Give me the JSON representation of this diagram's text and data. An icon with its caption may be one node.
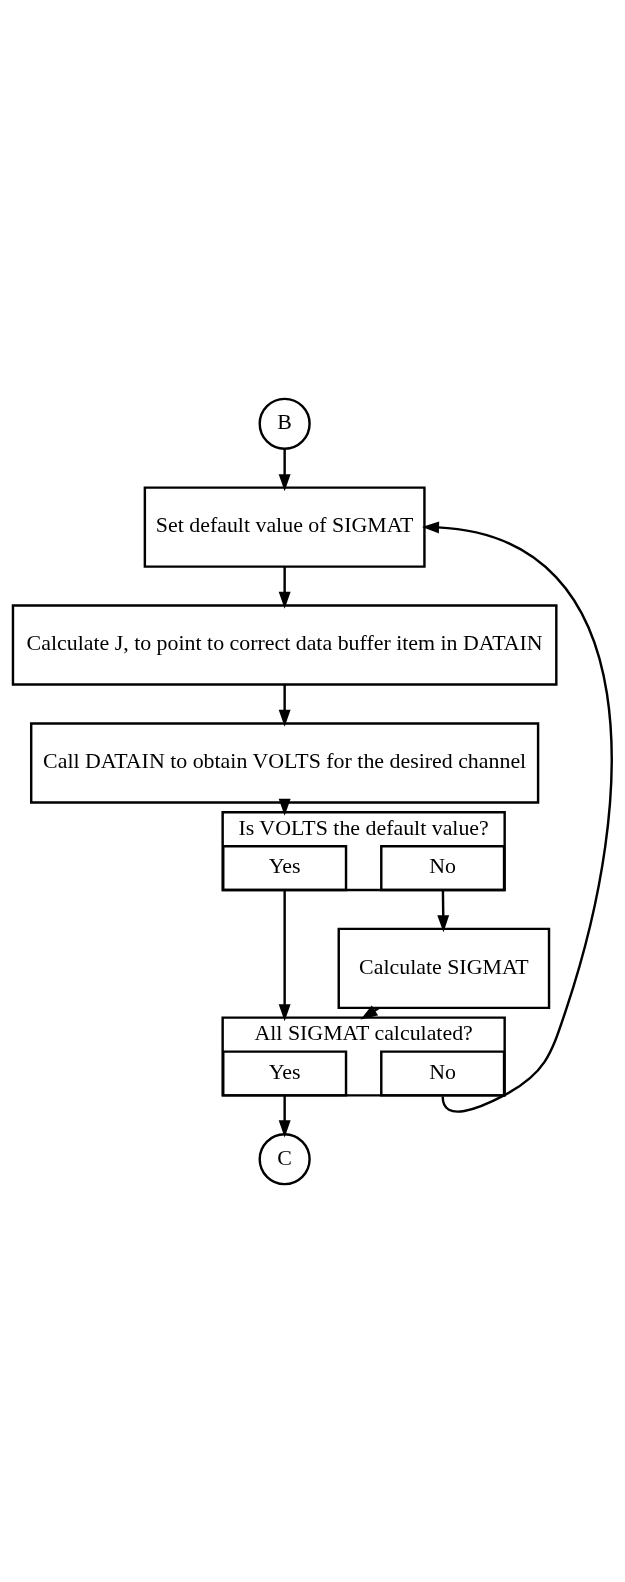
{
  "diagram": {
    "nodes": [
      {
        "text": [
          "B"
        ]
      },
      {
        "text": [
          "Set default value of SIGMAT"
        ]
      },
      {
        "text": [
          "Calculate J, to point to correct data buffer item in DATAIN"
        ]
      },
      {
        "text": [
          "Call DATAIN to obtain VOLTS for the desired channel"
        ]
      },
      {
        "text": [
          "Is VOLTS the default value?"
        ]
      },
      {
        "text": [
          "Yes"
        ],
        "in": 4
      },
      {
        "text": [
          "No"
        ],
        "in": 4
      },
      {
        "text": [
          "Calculate SIGMAT"
        ]
      },
      {
        "text": [
          "All SIGMAT calculated?"
        ]
      },
      {
        "text": [
          "Yes"
        ],
        "in": 8
      },
      {
        "text": [
          "No"
        ],
        "in": 8
      },
      {
        "text": [
          "C"
        ]
      }
    ],
    "edges": [
      {
        "from": 0,
        "to": 1,
        "arrow": "to"
      },
      {
        "from": 1,
        "to": 2,
        "arrow": "to"
      },
      {
        "from": 2,
        "to": 3,
        "arrow": "to"
      },
      {
        "from": 3,
        "to": 4,
        "arrow": "to"
      },
      {
        "from": 6,
        "to": 7,
        "arrow": "to"
      },
      {
        "from": 5,
        "to": 8,
        "arrow": "to"
      },
      {
        "from": 7,
        "to": 8,
        "arrow": "to"
      },
      {
        "from": 9,
        "to": 11,
        "arrow": "to"
      },
      {
        "from": 10,
        "to": 1,
        "arrow": "to"
      }
    ]
  }
}
